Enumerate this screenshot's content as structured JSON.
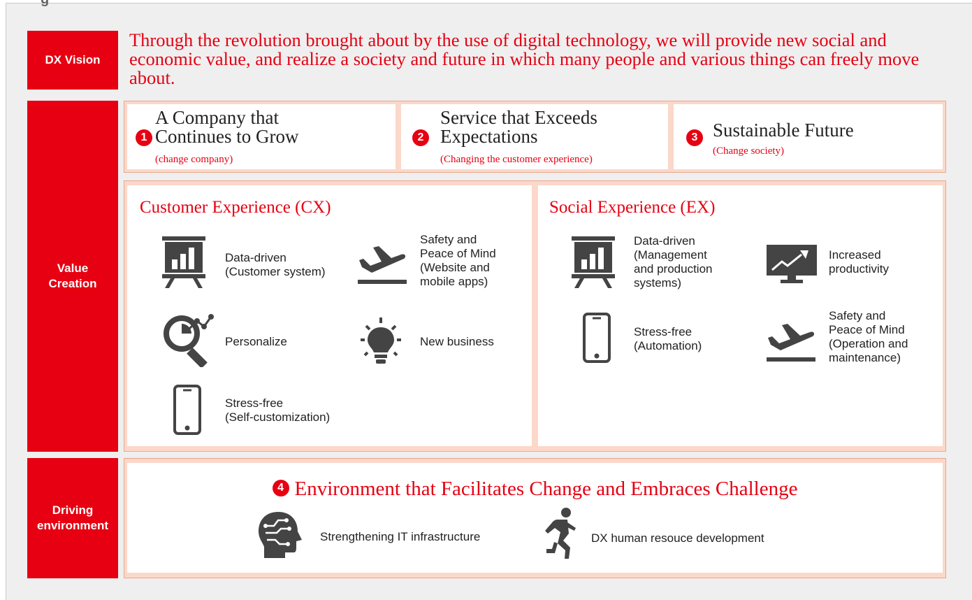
{
  "header": {
    "fragment": "g"
  },
  "rows": {
    "vision_label": "DX Vision",
    "value_label": "Value\nCreation",
    "driving_label": "Driving\nenvironment"
  },
  "vision_text": "Through the revolution brought about by the use of digital technology, we will provide new social and economic value, and realize a society and future in which many people and various things can freely move about.",
  "goals": [
    {
      "number": "1",
      "title": "A Company that\nContinues to Grow",
      "subtitle": "(change company)"
    },
    {
      "number": "2",
      "title": "Service that Exceeds\nExpectations",
      "subtitle": "(Changing the customer experience)"
    },
    {
      "number": "3",
      "title": "Sustainable Future",
      "subtitle": "(Change society)"
    }
  ],
  "cx": {
    "title": "Customer Experience (CX)",
    "items": [
      {
        "label": "Data-driven\n(Customer system)",
        "icon": "presentation-chart-icon"
      },
      {
        "label": "Safety and\nPeace of Mind\n(Website and\nmobile apps)",
        "icon": "airplane-takeoff-icon"
      },
      {
        "label": "Personalize",
        "icon": "magnifier-analytics-icon"
      },
      {
        "label": "New business",
        "icon": "lightbulb-icon"
      },
      {
        "label": "Stress-free\n(Self-customization)",
        "icon": "smartphone-icon"
      }
    ]
  },
  "ex": {
    "title": "Social Experience (EX)",
    "items": [
      {
        "label": "Data-driven\n(Management\nand production\nsystems)",
        "icon": "presentation-chart-icon"
      },
      {
        "label": "Increased\nproductivity",
        "icon": "monitor-trend-icon"
      },
      {
        "label": "Stress-free\n(Automation)",
        "icon": "smartphone-icon"
      },
      {
        "label": "Safety and\nPeace of Mind\n(Operation and\nmaintenance)",
        "icon": "airplane-takeoff-icon"
      }
    ]
  },
  "environment": {
    "number": "4",
    "title": "Environment that Facilitates Change and Embraces Challenge",
    "items": [
      {
        "label": "Strengthening IT infrastructure",
        "icon": "ai-head-icon"
      },
      {
        "label": "DX human resouce development",
        "icon": "runner-icon"
      }
    ]
  },
  "colors": {
    "accent": "#e60012",
    "panel": "#fbd8c9",
    "background": "#efefef"
  }
}
